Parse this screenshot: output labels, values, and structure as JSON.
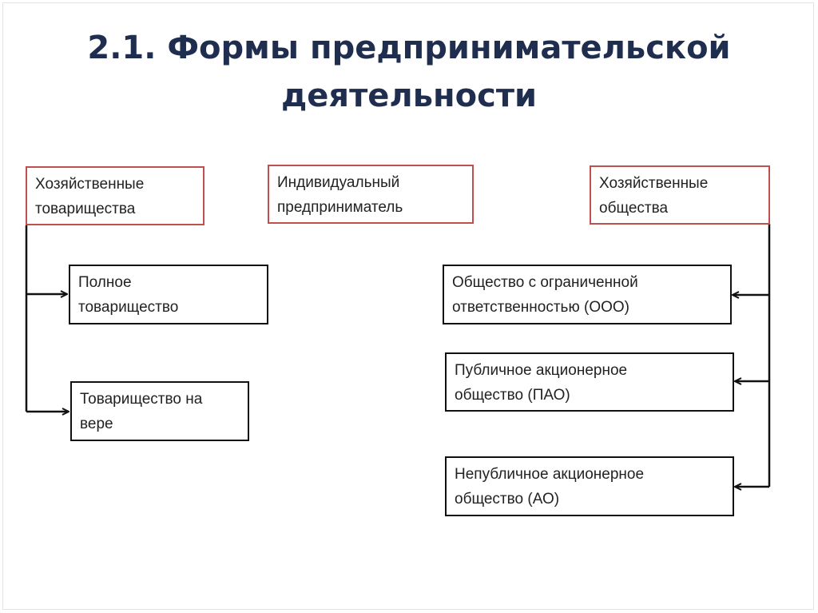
{
  "title": {
    "line1": "2.1. Формы предпринимательской",
    "line2": "деятельности"
  },
  "categories": {
    "partnerships": {
      "line1": "Хозяйственные",
      "line2": "товарищества"
    },
    "individual": {
      "line1": "Индивидуальный",
      "line2": "предприниматель"
    },
    "companies": {
      "line1": "Хозяйственные",
      "line2": "общества"
    }
  },
  "partnership_types": [
    {
      "line1": "Полное",
      "line2": "товарищество"
    },
    {
      "line1": "Товарищество на",
      "line2": "вере"
    }
  ],
  "company_types": [
    {
      "line1": "Общество с ограниченной",
      "line2": "ответственностью (ООО)"
    },
    {
      "line1": "Публичное акционерное",
      "line2": "общество (ПАО)"
    },
    {
      "line1": "Непубличное акционерное",
      "line2": "общество (АО)"
    }
  ],
  "colors": {
    "title": "#1f2d4e",
    "category_border": "#c0504d",
    "type_border": "#111111",
    "connector": "#111111"
  }
}
